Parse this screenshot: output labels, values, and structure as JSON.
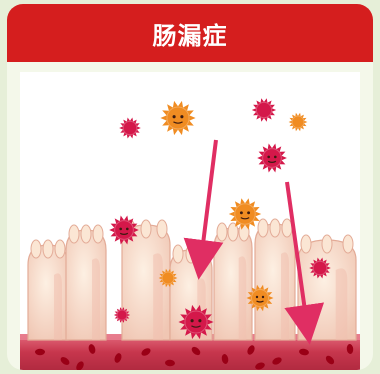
{
  "title": "肠漏症",
  "colors": {
    "header": "#d51e1e",
    "frame": "#e6efd8",
    "panel": "#f4f8ea",
    "tissue": "#c7364d",
    "tissue_light": "#d85b6f",
    "cell_dot": "#b00018",
    "arrow": "#e02e63",
    "villus": "#f9dcc3",
    "villus_shadow": "#f0bfae",
    "germ_orange": "#f08c22",
    "germ_magenta": "#d4184a"
  },
  "illustration": {
    "subject": "intestinal-villi-with-bacteria-leaking-through-gaps",
    "icon": "leaky-gut-illustration"
  }
}
